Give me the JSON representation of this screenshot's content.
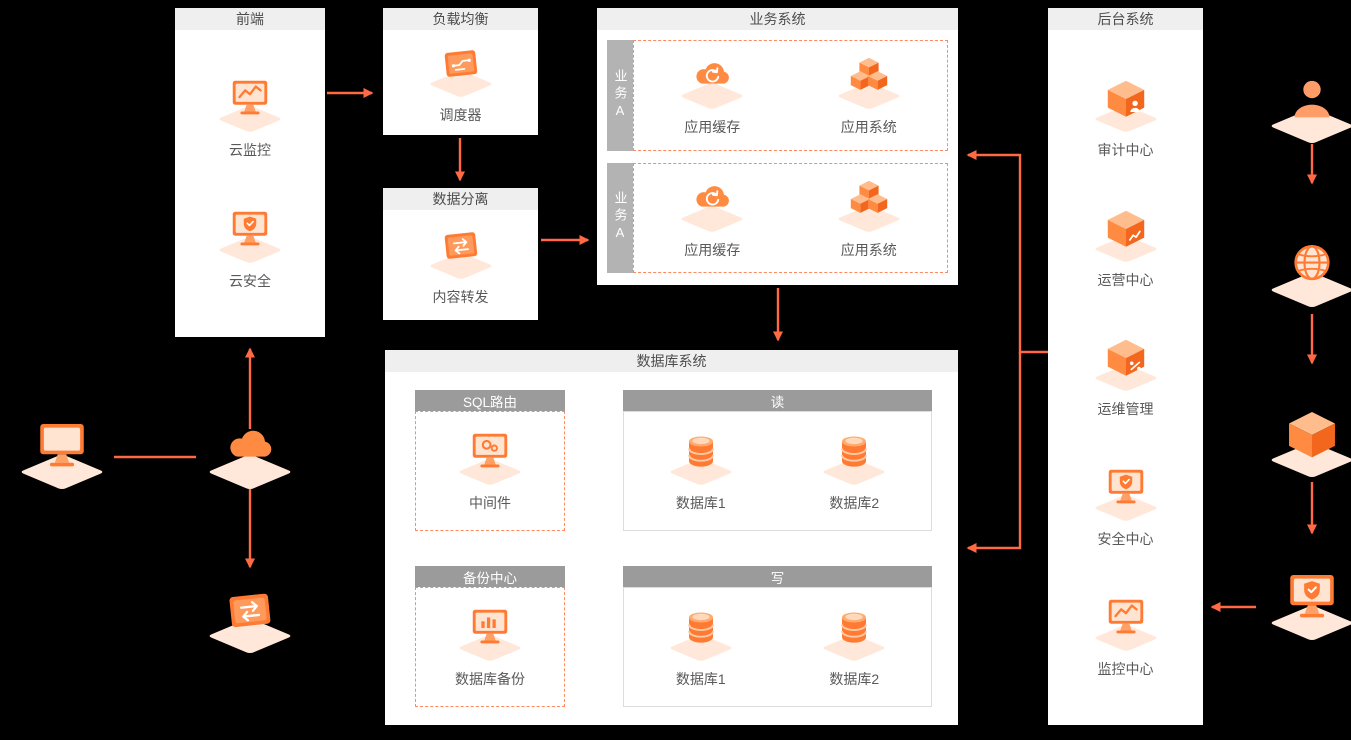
{
  "colors": {
    "background": "#000000",
    "panel_bg": "#ffffff",
    "panel_header_bg": "#efefef",
    "panel_header_text": "#4d4d4d",
    "section_header_bg": "#9b9b9b",
    "section_header_text": "#ffffff",
    "business_tab_bg": "#b3b3b3",
    "accent_orange": "#ff7b33",
    "arrow": "#ff6a45",
    "dashed_border": "#ff8a5c",
    "label_text": "#595959",
    "icon_base_diamond": "#ffe8d9"
  },
  "panels": {
    "frontend": {
      "title": "前端",
      "items": [
        {
          "label": "云监控",
          "icon": "monitor-chart-icon"
        },
        {
          "label": "云安全",
          "icon": "monitor-shield-icon"
        }
      ]
    },
    "load_balancer": {
      "title": "负载均衡",
      "item": {
        "label": "调度器",
        "icon": "board-circuit-icon"
      }
    },
    "data_separation": {
      "title": "数据分离",
      "item": {
        "label": "内容转发",
        "icon": "board-transfer-icon"
      }
    },
    "business_system": {
      "title": "业务系统",
      "groups": [
        {
          "tab": "业务A",
          "items": [
            {
              "label": "应用缓存",
              "icon": "cloud-sync-icon"
            },
            {
              "label": "应用系统",
              "icon": "cubes-icon"
            }
          ]
        },
        {
          "tab": "业务A",
          "items": [
            {
              "label": "应用缓存",
              "icon": "cloud-sync-icon"
            },
            {
              "label": "应用系统",
              "icon": "cubes-icon"
            }
          ]
        }
      ]
    },
    "database_system": {
      "title": "数据库系统",
      "sql_routing": {
        "header": "SQL路由",
        "item": {
          "label": "中间件",
          "icon": "monitor-gear-icon"
        }
      },
      "read": {
        "header": "读",
        "items": [
          {
            "label": "数据库1",
            "icon": "database-icon"
          },
          {
            "label": "数据库2",
            "icon": "database-icon"
          }
        ]
      },
      "backup": {
        "header": "备份中心",
        "item": {
          "label": "数据库备份",
          "icon": "monitor-bars-icon"
        }
      },
      "write": {
        "header": "写",
        "items": [
          {
            "label": "数据库1",
            "icon": "database-icon"
          },
          {
            "label": "数据库2",
            "icon": "database-icon"
          }
        ]
      }
    },
    "backend_system": {
      "title": "后台系统",
      "items": [
        {
          "label": "审计中心",
          "icon": "box-person-icon"
        },
        {
          "label": "运营中心",
          "icon": "box-chart-icon"
        },
        {
          "label": "运维管理",
          "icon": "box-tool-icon"
        },
        {
          "label": "安全中心",
          "icon": "monitor-shield-icon"
        },
        {
          "label": "监控中心",
          "icon": "monitor-chart-icon"
        }
      ]
    }
  },
  "loose_icons": {
    "left": [
      "desktop-icon",
      "cloud-icon",
      "firewall-board-icon"
    ],
    "right": [
      "person-icon",
      "globe-icon",
      "cube-icon",
      "shield-monitor-icon"
    ]
  },
  "icons": {
    "monitor-chart-icon": "#ic-monitor-chart",
    "monitor-shield-icon": "#ic-monitor-shield",
    "monitor-gear-icon": "#ic-monitor-gear",
    "monitor-bars-icon": "#ic-monitor-bars",
    "board-circuit-icon": "#ic-board-circuit",
    "board-transfer-icon": "#ic-board-transfer",
    "cloud-sync-icon": "#ic-cloud-sync",
    "cloud-icon": "#ic-cloud",
    "cubes-icon": "#ic-cubes",
    "cube-icon": "#ic-box",
    "box-person-icon": "#ic-box-person",
    "box-chart-icon": "#ic-box-chart",
    "box-tool-icon": "#ic-box-tool",
    "database-icon": "#ic-db",
    "person-icon": "#ic-person",
    "globe-icon": "#ic-globe",
    "desktop-icon": "#g-monitor",
    "firewall-board-icon": "#ic-board-transfer",
    "shield-monitor-icon": "#ic-monitor-shield"
  }
}
